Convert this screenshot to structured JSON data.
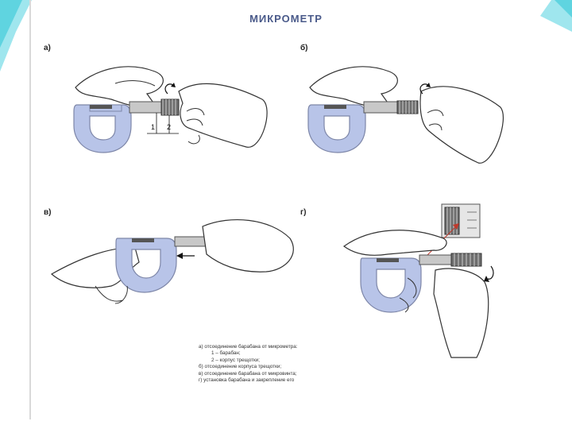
{
  "title": "МИКРОМЕТР",
  "panels": [
    {
      "label": "а)"
    },
    {
      "label": "б)"
    },
    {
      "label": "в)"
    },
    {
      "label": "г)"
    }
  ],
  "callouts": [
    "1",
    "2"
  ],
  "caption": [
    "а) отсоединение барабана от микрометра:",
    "1 – барабан;",
    "2 – корпус трещотки;",
    "б) отсоединение корпуса трещотки;",
    "в) отсоединение барабана от микровинта;",
    "г) установка барабана и закрепление его"
  ],
  "colors": {
    "frame": "#b8c4e8",
    "frame_edge": "#7d86a8",
    "hand": "#ffffff",
    "knurl": "#6e6e6e",
    "accent_teal": "#5fd4e0",
    "arrow": "#c0392b"
  }
}
